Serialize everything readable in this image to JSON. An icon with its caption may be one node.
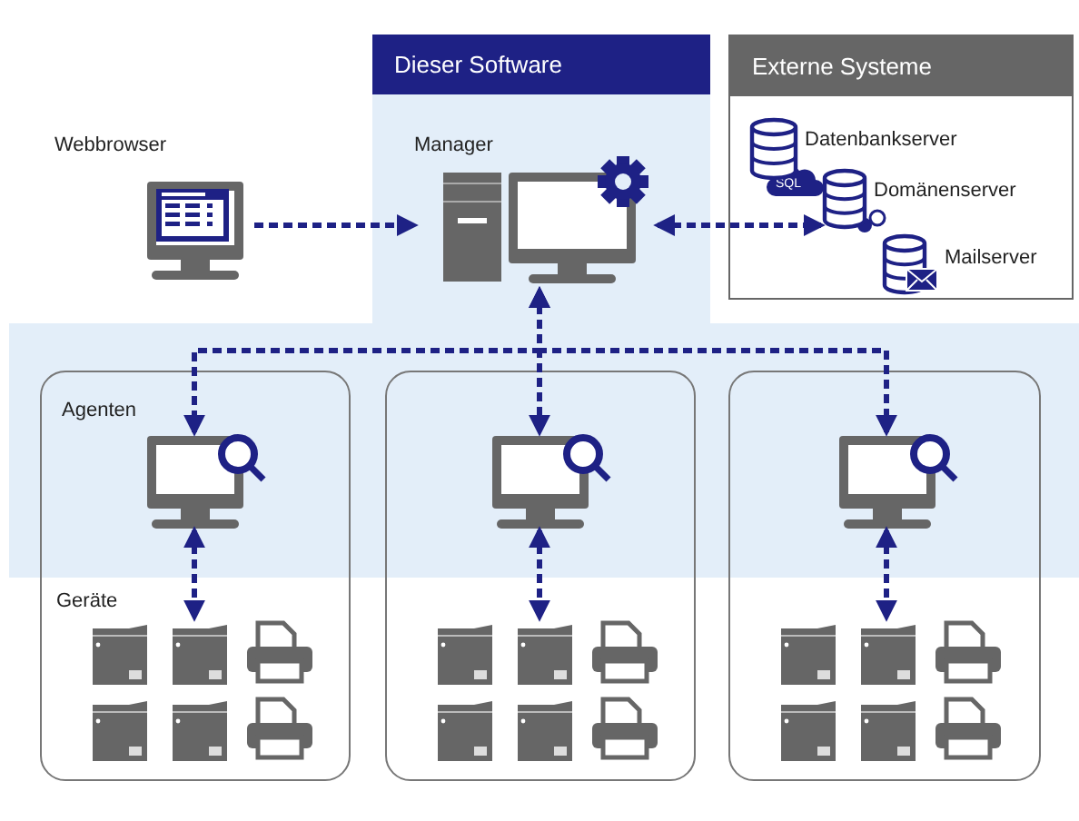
{
  "diagram": {
    "nodes": [
      {
        "text": [
          "Dieser Software"
        ]
      },
      {
        "text": [
          "Externe Systeme"
        ]
      },
      {
        "text": [
          "Webbrowser"
        ]
      },
      {
        "text": [
          "Manager"
        ],
        "in": 0
      },
      {
        "text": [
          "Datenbankserver"
        ],
        "in": 1
      },
      {
        "text": [
          "Domänenserver"
        ],
        "in": 1
      },
      {
        "text": [
          "Mailserver"
        ],
        "in": 1
      },
      {
        "text": [
          "Agenten",
          "Geräte"
        ]
      },
      {
        "text": [],
        "shape": "box"
      },
      {
        "text": [],
        "shape": "box"
      },
      {
        "text": [],
        "shape": "picture",
        "in": 7
      },
      {
        "text": [],
        "shape": "picture",
        "in": 8
      },
      {
        "text": [],
        "shape": "picture",
        "in": 9
      },
      {
        "text": [],
        "shape": "picture",
        "in": 7
      },
      {
        "text": [],
        "shape": "picture",
        "in": 8
      },
      {
        "text": [],
        "shape": "picture",
        "in": 9
      }
    ],
    "edges": [
      {
        "from": 2,
        "to": 3,
        "arrow": "to",
        "style": "dashed"
      },
      {
        "from": 3,
        "to": 5,
        "arrow": "both",
        "style": "dashed"
      },
      {
        "from": 3,
        "to": 10,
        "arrow": "both",
        "style": "dashed"
      },
      {
        "from": 3,
        "to": 11,
        "arrow": "both",
        "style": "dashed"
      },
      {
        "from": 3,
        "to": 12,
        "arrow": "both",
        "style": "dashed"
      },
      {
        "from": 10,
        "to": 13,
        "arrow": "both",
        "style": "dashed"
      },
      {
        "from": 11,
        "to": 14,
        "arrow": "both",
        "style": "dashed"
      },
      {
        "from": 12,
        "to": 15,
        "arrow": "both",
        "style": "dashed"
      }
    ],
    "labels": [
      "SQL"
    ]
  }
}
